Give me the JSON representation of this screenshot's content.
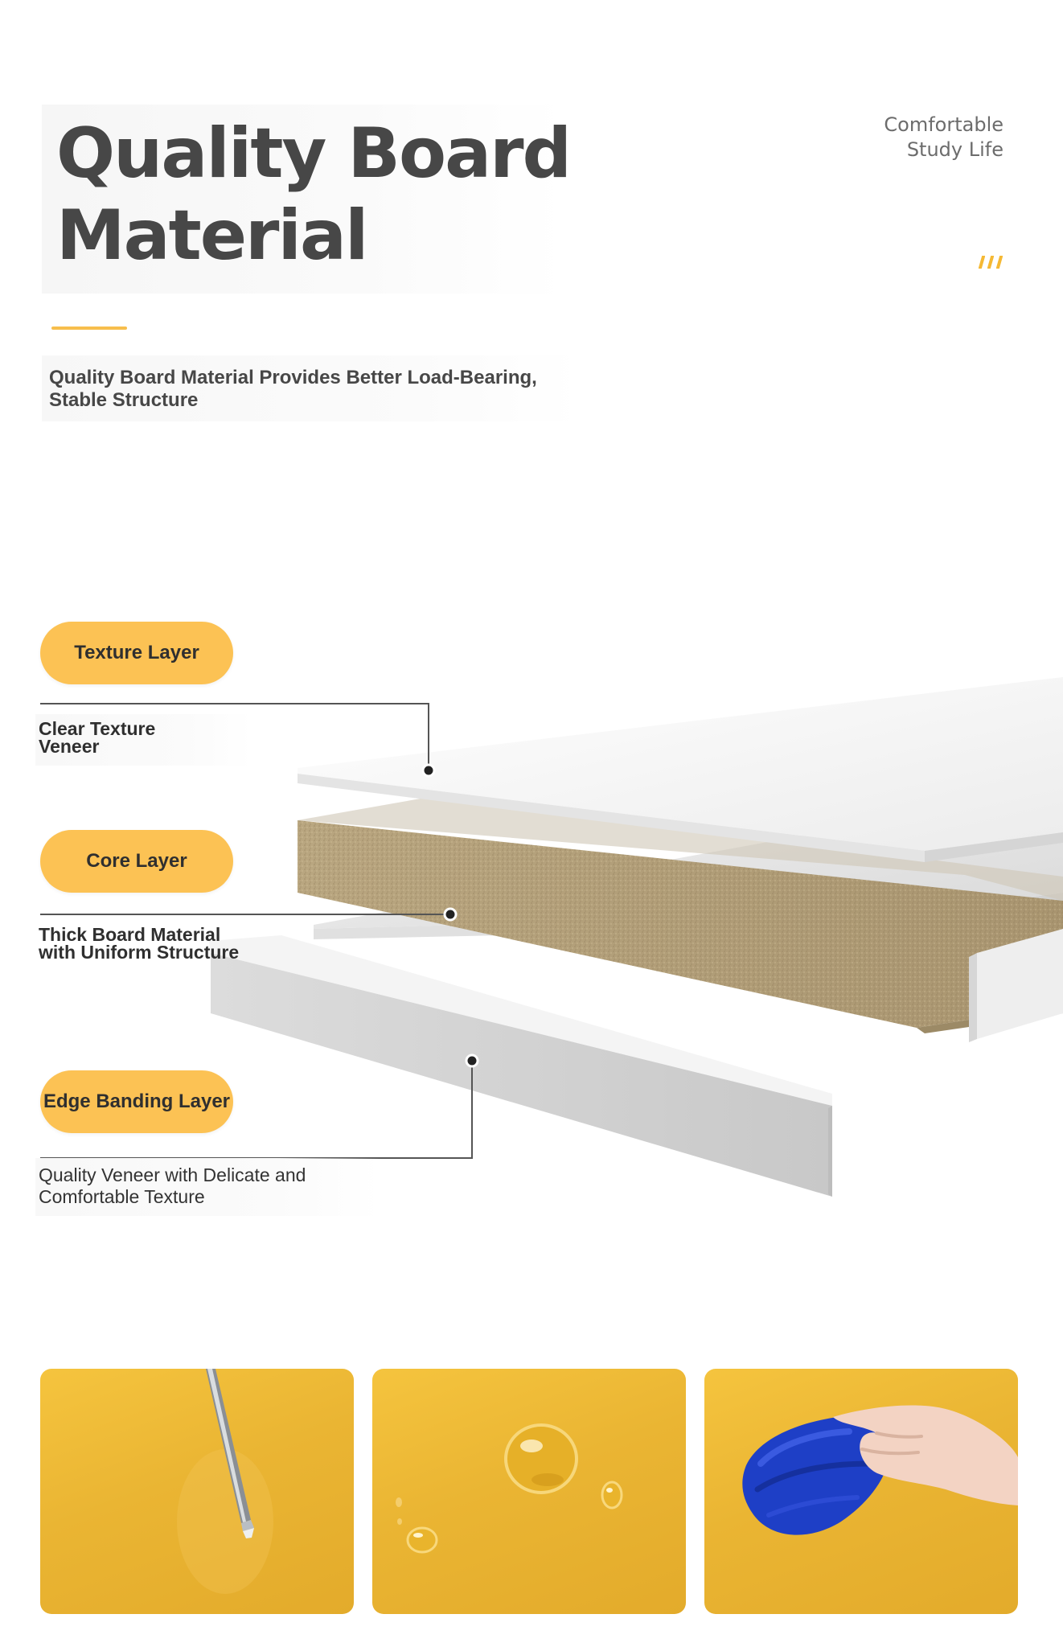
{
  "header": {
    "title_line1": "Quality Board",
    "title_line2": "Material",
    "tagline_line1": "Comfortable",
    "tagline_line2": "Study Life",
    "decoration_icon": "triple-slash-icon",
    "subtitle_line1": "Quality Board Material Provides Better Load-Bearing,",
    "subtitle_line2": "Stable Structure"
  },
  "layers": [
    {
      "label": "Texture Layer",
      "description_line1": "Clear Texture",
      "description_line2": "Veneer"
    },
    {
      "label": "Core Layer",
      "description_line1": "Thick Board Material",
      "description_line2": "with Uniform Structure"
    },
    {
      "label": "Edge Banding Layer",
      "description_line1": "Quality Veneer with Delicate and",
      "description_line2": "Comfortable Texture"
    }
  ],
  "features": [
    {
      "icon": "screwdriver-scratch-icon"
    },
    {
      "icon": "water-drops-icon"
    },
    {
      "icon": "cleaning-cloth-icon"
    }
  ],
  "colors": {
    "accent": "#fcc254",
    "tile_yellow": "#eab533",
    "title_gray": "#474747",
    "core_board": "#b6a37c"
  }
}
